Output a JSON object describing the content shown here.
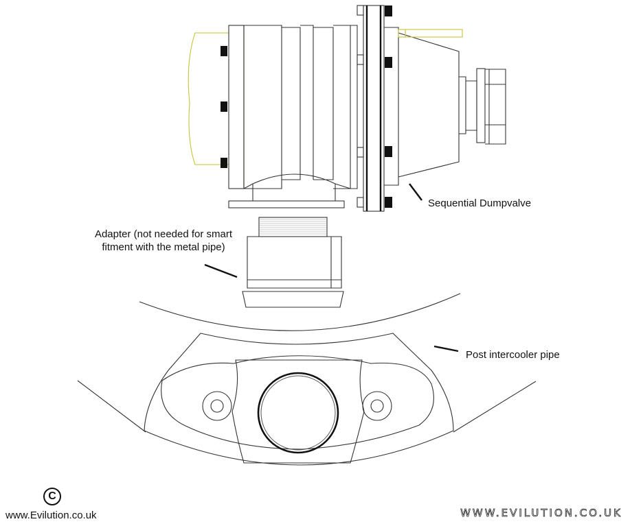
{
  "labels": {
    "dumpvalve": "Sequential Dumpvalve",
    "adapter_line1": "Adapter (not needed for smart",
    "adapter_line2": "fitment with the metal pipe)",
    "pipe": "Post intercooler pipe"
  },
  "watermark": {
    "symbol": "C",
    "site_left": "www.Evilution.co.uk",
    "site_right": "WWW.EVILUTION.CO.UK"
  },
  "colors": {
    "line": "#333333",
    "accent": "#c8c23a",
    "fastener": "#111111"
  }
}
